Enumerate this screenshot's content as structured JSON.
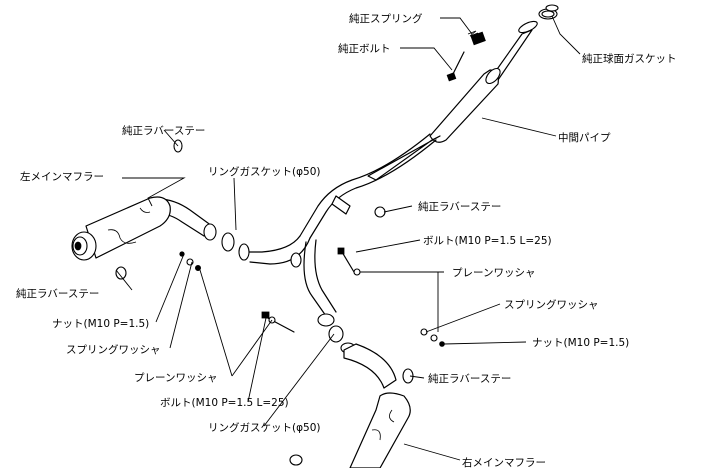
{
  "labels": {
    "genuine_spring": "純正スプリング",
    "genuine_bolt": "純正ボルト",
    "genuine_spherical_gasket": "純正球面ガスケット",
    "genuine_rubber_stay_1": "純正ラバーステー",
    "middle_pipe": "中間パイプ",
    "left_main_muffler": "左メインマフラー",
    "ring_gasket_top": "リングガスケット(φ50)",
    "genuine_rubber_stay_2": "純正ラバーステー",
    "bolt_right": "ボルト(M10 P=1.5 L=25)",
    "plain_washer_right": "プレーンワッシャ",
    "genuine_rubber_stay_left_bottom": "純正ラバーステー",
    "spring_washer_right": "スプリングワッシャ",
    "nut_left": "ナット(M10 P=1.5)",
    "nut_right": "ナット(M10 P=1.5)",
    "spring_washer_left": "スプリングワッシャ",
    "plain_washer_left": "プレーンワッシャ",
    "genuine_rubber_stay_right": "純正ラバーステー",
    "bolt_left": "ボルト(M10 P=1.5 L=25)",
    "ring_gasket_bottom": "リングガスケット(φ50)",
    "right_main_muffler": "右メインマフラー"
  }
}
